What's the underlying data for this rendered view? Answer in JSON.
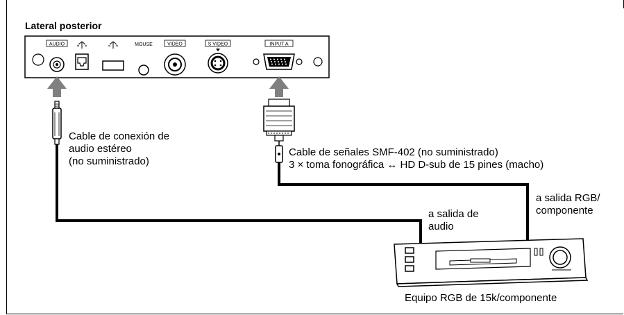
{
  "title": "Lateral posterior",
  "panel": {
    "port_audio": "AUDIO",
    "port_mouse": "MOUSE",
    "port_video": "VIDEO",
    "port_svideo": "S VIDEO",
    "port_input_a": "INPUT A"
  },
  "labels": {
    "audio_cable": [
      "Cable de conexión de",
      "audio estéreo",
      "(no suministrado)"
    ],
    "signal_cable": [
      "Cable de señales SMF-402 (no suministrado)",
      "3 × toma fonográfica ↔ HD D-sub de 15 pines (macho)"
    ],
    "audio_out": [
      "a salida de",
      "audio"
    ],
    "rgb_out": [
      "a salida RGB/",
      "componente"
    ],
    "equipment": "Equipo RGB de 15k/componente"
  },
  "icons": [
    "usb-icon",
    "usb-icon"
  ],
  "colors": {
    "arrow": "#808080",
    "line": "#000000"
  }
}
